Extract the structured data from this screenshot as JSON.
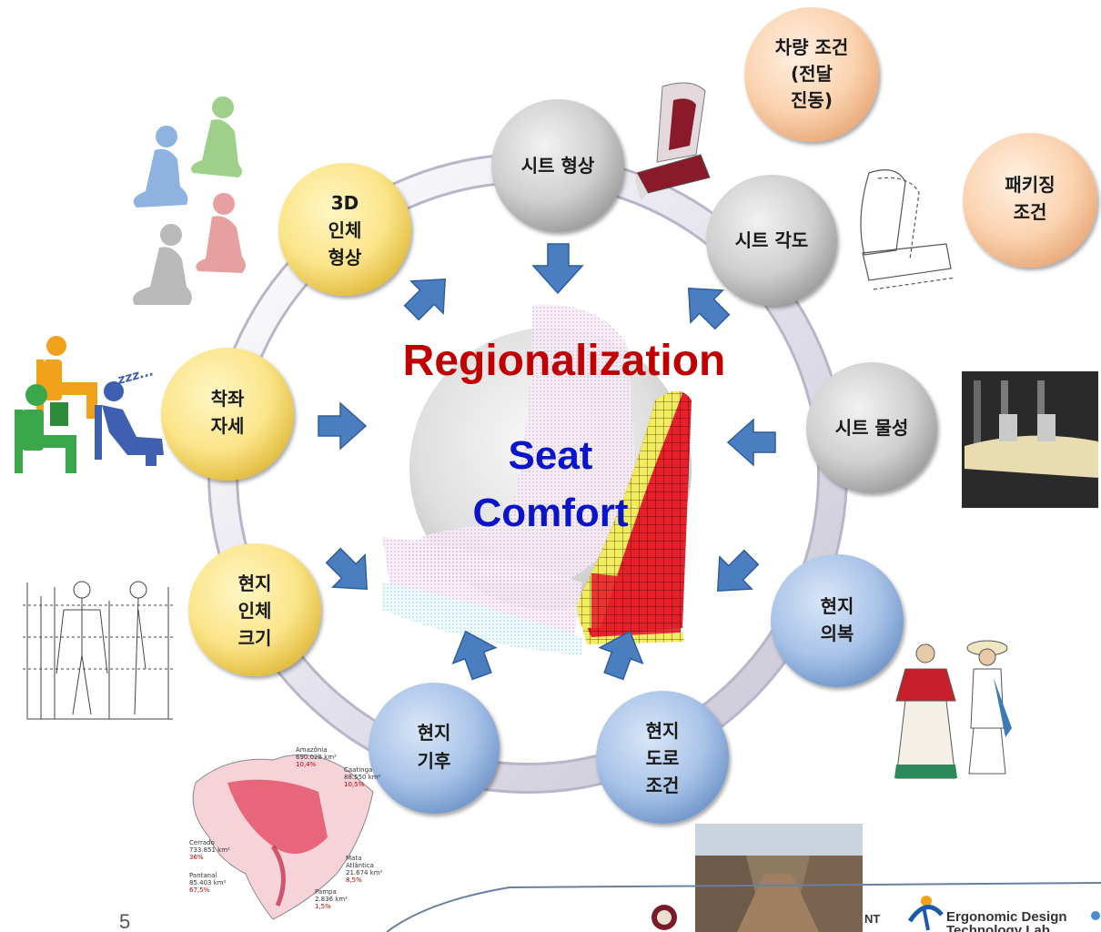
{
  "title": "Regionalization",
  "center": {
    "line1": "Seat",
    "line2": "Comfort"
  },
  "page_number": "5",
  "colors": {
    "title": "#c00000",
    "center_text": "#0a14c8",
    "arrow": "#4a7ec0"
  },
  "nodes": [
    {
      "id": "seat-shape",
      "lines": [
        "시트 형상"
      ]
    },
    {
      "id": "seat-angle",
      "lines": [
        "시트 각도"
      ]
    },
    {
      "id": "seat-material",
      "lines": [
        "시트 물성"
      ]
    },
    {
      "id": "local-clothing",
      "lines": [
        "현지",
        "의복"
      ]
    },
    {
      "id": "local-road",
      "lines": [
        "현지",
        "도로",
        "조건"
      ]
    },
    {
      "id": "local-climate",
      "lines": [
        "현지",
        "기후"
      ]
    },
    {
      "id": "local-body-size",
      "lines": [
        "현지",
        "인체",
        "크기"
      ]
    },
    {
      "id": "sitting-posture",
      "lines": [
        "착좌",
        "자세"
      ]
    },
    {
      "id": "body-shape-3d",
      "lines": [
        "3D",
        "인체",
        "형상"
      ]
    },
    {
      "id": "vehicle-condition",
      "lines": [
        "차량 조건",
        "(전달",
        "진동)"
      ]
    },
    {
      "id": "packaging-condition",
      "lines": [
        "패키징",
        "조건"
      ]
    }
  ],
  "map_labels": {
    "amazonia": [
      "Amazônia",
      "690.028 km²",
      "10,4%"
    ],
    "caatinga": [
      "Caatinga",
      "88.550 km²",
      "10,5%"
    ],
    "cerrado": [
      "Cerrado",
      "733.851 km²",
      "36%"
    ],
    "pantanal": [
      "Pantanal",
      "85.403 km²",
      "67,5%"
    ],
    "mata": [
      "Mata",
      "Atlântica",
      "21.674 km²",
      "8,5%"
    ],
    "pampa": [
      "Pampa",
      "2.836 km²",
      "1,5%"
    ]
  },
  "sleep_text": "zzz...",
  "footer": {
    "logo_text_line1": "Ergonomic Design",
    "logo_text_line2": "Technology Lab",
    "partial_text": "NT"
  }
}
